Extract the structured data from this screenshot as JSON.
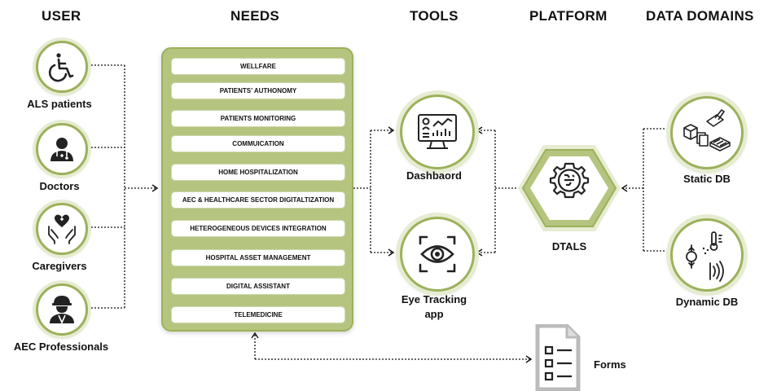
{
  "headers": {
    "user": "USER",
    "needs": "NEEDS",
    "tools": "TOOLS",
    "platform": "PLATFORM",
    "data_domains": "DATA DOMAINS"
  },
  "users": [
    {
      "label": "ALS patients",
      "icon": "wheelchair-icon"
    },
    {
      "label": "Doctors",
      "icon": "doctor-icon"
    },
    {
      "label": "Caregivers",
      "icon": "caring-hands-icon"
    },
    {
      "label": "AEC Professionals",
      "icon": "construction-worker-icon"
    }
  ],
  "needs": [
    "WELLFARE",
    "PATIENTS’ AUTHONOMY",
    "PATIENTS MONITORING",
    "COMMUICATION",
    "HOME HOSPITALIZATION",
    "AEC & HEALTHCARE SECTOR DIGITALTIZATION",
    "HETEROGENEOUS DEVICES INTEGRATION",
    "HOSPITAL ASSET MANAGEMENT",
    "DIGITAL ASSISTANT",
    "TELEMEDICINE"
  ],
  "tools": [
    {
      "label": "Dashbaord",
      "icon": "dashboard-icon"
    },
    {
      "label_line1": "Eye Tracking",
      "label_line2": "app",
      "icon": "eye-tracking-icon"
    }
  ],
  "platform": {
    "label": "DTALS",
    "icon": "brain-gear-icon"
  },
  "data_domains": [
    {
      "label": "Static DB",
      "icon": "static-data-icon"
    },
    {
      "label": "Dynamic DB",
      "icon": "dynamic-data-icon"
    }
  ],
  "forms": {
    "label": "Forms",
    "icon": "form-document-icon"
  },
  "colors": {
    "accent": "#9cb15b",
    "panel": "#b5c57f",
    "halo": "#e6ecd2",
    "line": "#111111"
  }
}
